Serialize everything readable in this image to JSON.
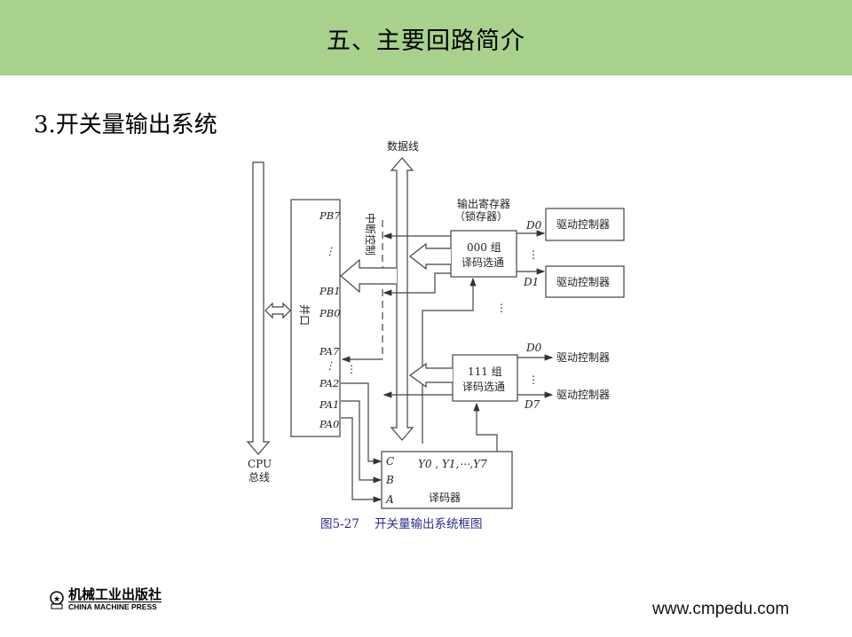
{
  "header": {
    "title": "五、主要回路简介"
  },
  "section": {
    "title": "3.开关量输出系统"
  },
  "diagram": {
    "data_line": "数据线",
    "cpu_bus": [
      "CPU",
      "总线"
    ],
    "parallel_port": "并口",
    "pb_pins": [
      "PB7",
      "⋮",
      "PB1",
      "PB0"
    ],
    "pa_pins": [
      "PA7",
      "⋮",
      "PA2",
      "PA1",
      "PA0"
    ],
    "interrupt_control": "中断控制",
    "output_register": [
      "输出寄存器",
      "（锁存器）"
    ],
    "group_000": [
      "000 组",
      "译码选通"
    ],
    "group_111": [
      "111 组",
      "译码选通"
    ],
    "driver": "驱动控制器",
    "d_labels": {
      "d0": "D0",
      "d1": "D1",
      "d7": "D7"
    },
    "decoder": {
      "label": "译码器",
      "inputs": [
        "C",
        "B",
        "A"
      ],
      "outputs": "Y0 , Y1,⋯,Y7"
    },
    "caption": "图5-27    开关量输出系统框图"
  },
  "footer": {
    "publisher_cn": "机械工业出版社",
    "publisher_en": "CHINA MACHINE PRESS",
    "website": "www.cmpedu.com"
  }
}
